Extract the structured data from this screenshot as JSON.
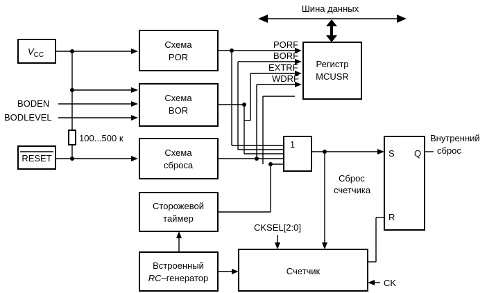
{
  "bus": {
    "label": "Шина данных"
  },
  "vcc": {
    "label": "V",
    "sub": "CC"
  },
  "por": {
    "line1": "Схема",
    "line2": "POR"
  },
  "bor": {
    "line1": "Схема",
    "line2": "BOR"
  },
  "reset_circuit": {
    "line1": "Схема",
    "line2": "сброса"
  },
  "register": {
    "line1": "Регистр",
    "line2": "MCUSR"
  },
  "flags": {
    "porf": "PORF",
    "borf": "BORF",
    "extrf": "EXTRF",
    "wdrf": "WDRF"
  },
  "inputs": {
    "boden": "BODEN",
    "bodlevel": "BODLEVEL",
    "reset": "RESET"
  },
  "resistor": {
    "label": "100...500 к"
  },
  "or_gate": {
    "label": "1"
  },
  "watchdog": {
    "line1": "Сторожевой",
    "line2": "таймер"
  },
  "rc_osc": {
    "line1": "Встроенный",
    "line2_italic": "RC",
    "line2_rest": "–генератор"
  },
  "counter": {
    "label": "Счетчик"
  },
  "cksel": {
    "label": "CKSEL[2:0]"
  },
  "ck": {
    "label": "CK"
  },
  "counter_reset": {
    "line1": "Сброс",
    "line2": "счетчика"
  },
  "flipflop": {
    "s": "S",
    "q": "Q",
    "r": "R"
  },
  "output": {
    "line1": "Внутренний",
    "line2": "сброс"
  }
}
